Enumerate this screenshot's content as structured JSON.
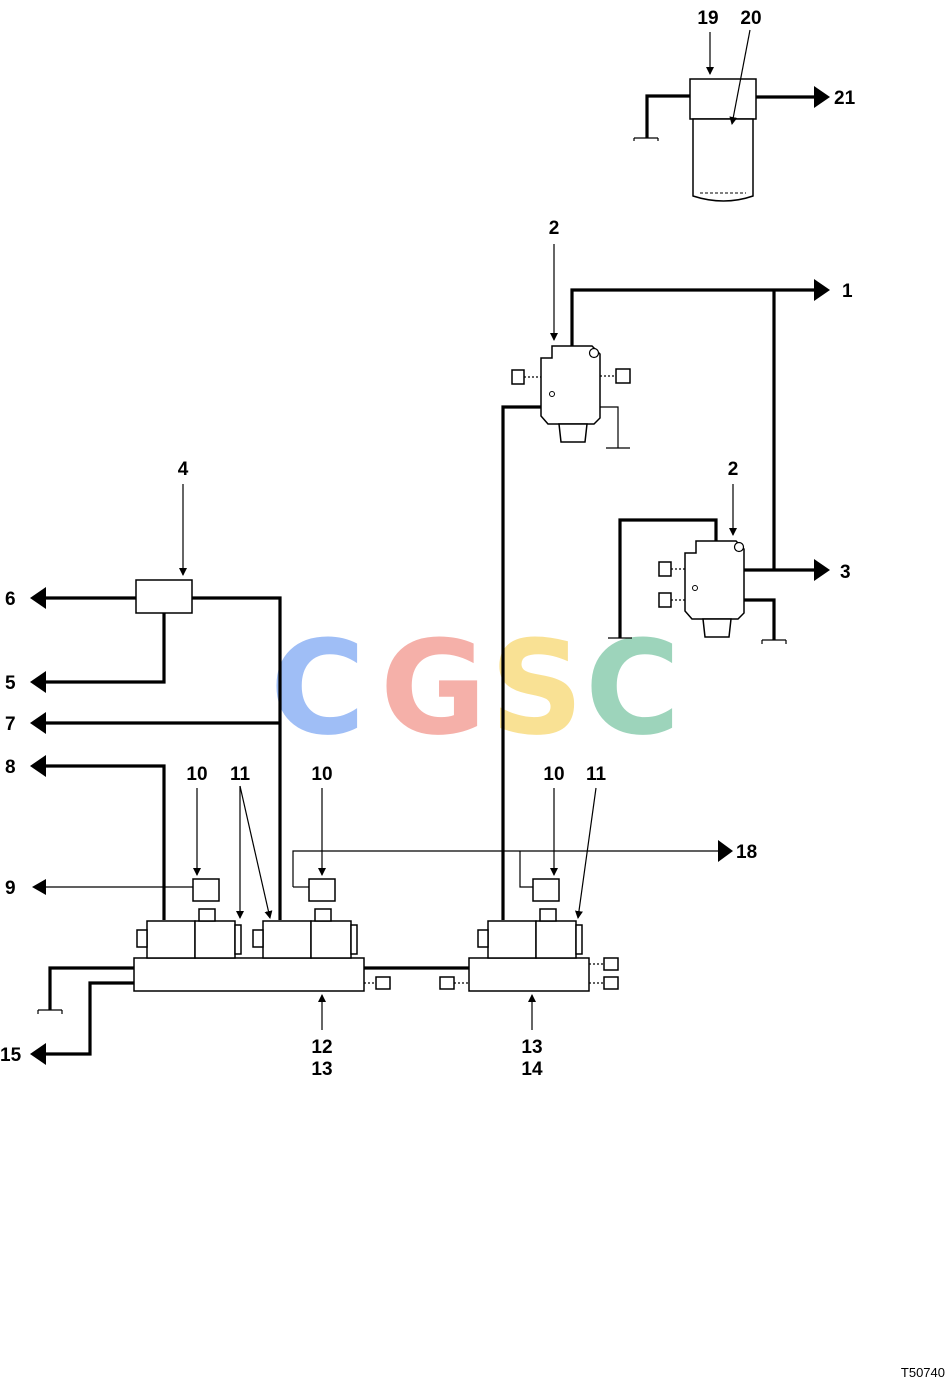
{
  "drawing_id": "T50740",
  "watermark": {
    "letters": [
      "C",
      "G",
      "S",
      "C"
    ],
    "colors": [
      "#8fb3f5",
      "#f4a39b",
      "#f8dc82",
      "#8ccdb0"
    ]
  },
  "callouts": {
    "c1": "1",
    "c2a": "2",
    "c2b": "2",
    "c3": "3",
    "c4": "4",
    "c5": "5",
    "c6": "6",
    "c7": "7",
    "c8": "8",
    "c9": "9",
    "c10a": "10",
    "c10b": "10",
    "c10c": "10",
    "c11a": "11",
    "c11b": "11",
    "c12": "12",
    "c13a": "13",
    "c13b": "13",
    "c14": "14",
    "c15": "15",
    "c18": "18",
    "c19": "19",
    "c20": "20",
    "c21": "21"
  }
}
